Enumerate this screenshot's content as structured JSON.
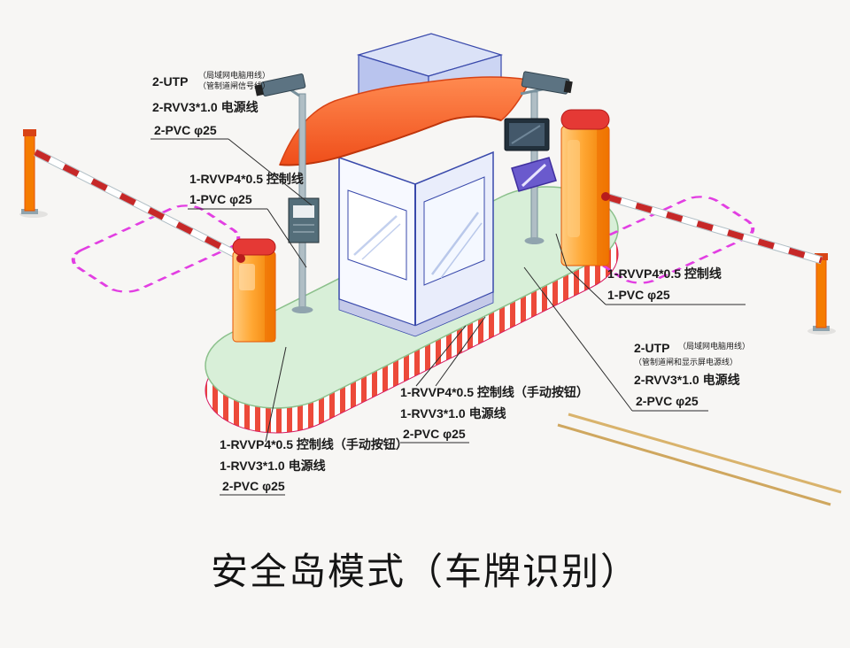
{
  "title": "安全岛模式（车牌识别）",
  "colors": {
    "canopy_orange": "#f4511e",
    "island_green": "#d8efd8",
    "loop_pink": "#e23ee2",
    "booth_blue": "#3949ab",
    "cabinet_orange": "#ff9800",
    "stripe_red": "#ec4a3a"
  },
  "labels": {
    "top_left": {
      "main": "2-UTP",
      "note1": "（局域网电脑用线）",
      "note2": "（管制道闸信号线）",
      "power": "2-RVV3*1.0 电源线",
      "conduit": "2-PVC φ25"
    },
    "left_mid": {
      "control": "1-RVVP4*0.5 控制线",
      "conduit": "1-PVC φ25"
    },
    "right_mid": {
      "control": "1-RVVP4*0.5 控制线",
      "conduit": "1-PVC φ25"
    },
    "right_lower": {
      "main": "2-UTP",
      "note1": "（局域网电脑用线）",
      "note2": "（管制道闸和显示屏电源线）",
      "power": "2-RVV3*1.0 电源线",
      "conduit": "2-PVC φ25"
    },
    "center_bottom": {
      "control": "1-RVVP4*0.5 控制线（手动按钮）",
      "power": "1-RVV3*1.0 电源线",
      "conduit": "2-PVC φ25"
    },
    "left_bottom": {
      "control": "1-RVVP4*0.5 控制线（手动按钮）",
      "power": "1-RVV3*1.0 电源线",
      "conduit": "2-PVC φ25"
    }
  }
}
